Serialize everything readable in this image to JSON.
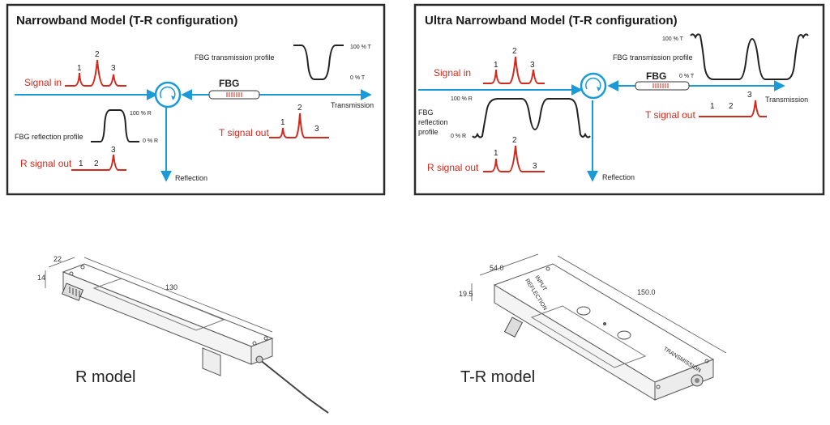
{
  "colors": {
    "beam": "#1a9bd7",
    "signal": "#d22a1e",
    "profile": "#222222",
    "frame": "#2a2a2a"
  },
  "left_panel": {
    "title": "Narrowband Model (T-R configuration)",
    "signal_in": "Signal in",
    "fbg_transmission_profile": "FBG transmission profile",
    "fbg_label": "FBG",
    "transmission": "Transmission",
    "fbg_reflection_profile": "FBG reflection profile",
    "r_signal_out": "R signal out",
    "t_signal_out": "T signal out",
    "reflection": "Reflection",
    "pct_100_t": "100 % T",
    "pct_0_t": "0 % T",
    "pct_100_r": "100 % R",
    "pct_0_r": "0 % R",
    "peaks": [
      "1",
      "2",
      "3"
    ]
  },
  "right_panel": {
    "title": "Ultra Narrowband Model (T-R configuration)",
    "signal_in": "Signal in",
    "fbg_transmission_profile": "FBG transmission profile",
    "fbg_label": "FBG",
    "transmission": "Transmission",
    "fbg_reflection_line1": "FBG",
    "fbg_reflection_line2": "reflection",
    "fbg_reflection_line3": "profile",
    "r_signal_out": "R signal out",
    "t_signal_out": "T signal out",
    "reflection": "Reflection",
    "pct_100_t": "100 % T",
    "pct_0_t": "0 % T",
    "pct_100_r": "100 % R",
    "pct_0_r": "0 % R",
    "peaks": [
      "1",
      "2",
      "3"
    ]
  },
  "r_model": {
    "caption": "R model",
    "dim_width": "22",
    "dim_height": "14",
    "dim_length": "130"
  },
  "tr_model": {
    "caption": "T-R model",
    "dim_width": "54.0",
    "dim_height": "19.5",
    "dim_length": "150.0",
    "label_input": "INPUT",
    "label_reflection": "REFLECTION",
    "label_transmission": "TRANSMISSION"
  }
}
